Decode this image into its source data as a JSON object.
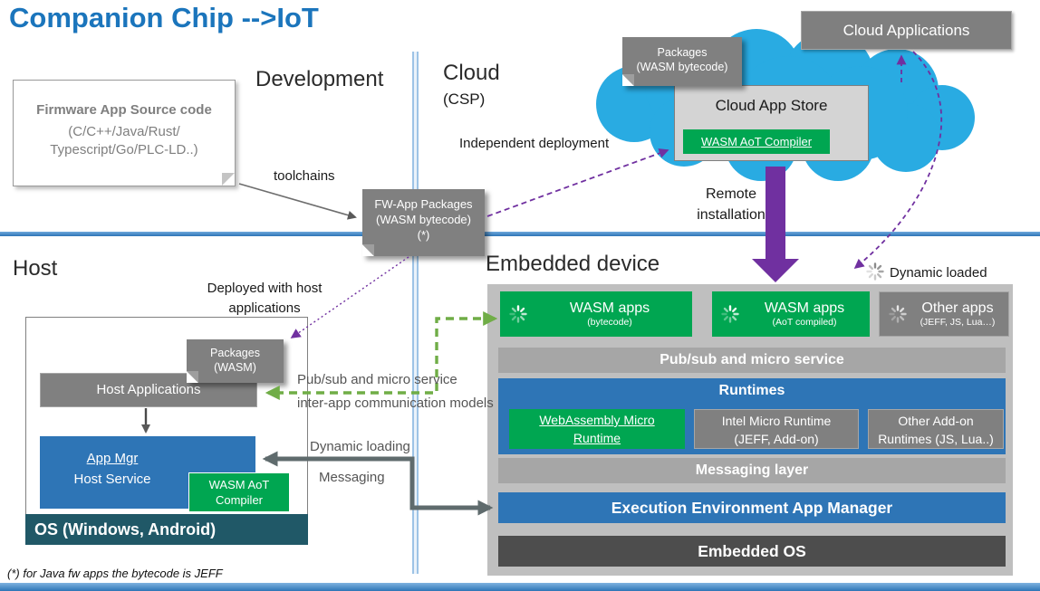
{
  "title": "Companion Chip --&gt;IoT",
  "title_text": "Companion Chip -->IoT",
  "section_labels": {
    "development": "Development",
    "cloud": "Cloud",
    "cloud_sub": "(CSP)",
    "host": "Host",
    "embedded_device": "Embedded device"
  },
  "firmware_box": {
    "title": "Firmware App Source code",
    "line2": "(C/C++/Java/Rust/",
    "line3": "Typescript/Go/PLC-LD..)"
  },
  "notes": {
    "fw_app_packages": {
      "line1": "FW-App Packages",
      "line2": "(WASM bytecode)",
      "line3": "(*)"
    },
    "packages_wasm_bytecode": {
      "line1": "Packages",
      "line2": "(WASM bytecode)"
    },
    "packages_wasm": {
      "line1": "Packages",
      "line2": "(WASM)"
    }
  },
  "cloud": {
    "cloud_applications": "Cloud Applications",
    "cloud_app_store": "Cloud App Store",
    "wasm_aot_compiler": "WASM AoT Compiler"
  },
  "flow_labels": {
    "toolchains": "toolchains",
    "independent_deployment": "Independent deployment",
    "remote_line1": "Remote",
    "remote_line2": "installation",
    "deployed_line1": "Deployed with host",
    "deployed_line2": "applications",
    "pubsub_line1": "Pub/sub and micro service",
    "pubsub_line2": "inter-app communication models",
    "dynamic_loading": "Dynamic loading",
    "messaging": "Messaging",
    "dynamic_loaded": "Dynamic loaded"
  },
  "host": {
    "host_applications": "Host Applications",
    "app_mgr_line1": "App Mgr",
    "app_mgr_line2": "Host Service",
    "wasm_aot_line1": "WASM AoT",
    "wasm_aot_line2": "Compiler",
    "os_bar": "OS (Windows, Android)"
  },
  "embedded": {
    "apps": [
      {
        "label": "WASM apps",
        "sub": "(bytecode)"
      },
      {
        "label": "WASM apps",
        "sub": "(AoT compiled)"
      },
      {
        "label": "Other apps",
        "sub": "(JEFF, JS, Lua…)"
      }
    ],
    "pubsub_bar": "Pub/sub and micro service",
    "runtimes_title": "Runtimes",
    "runtimes": [
      {
        "line1": "WebAssembly Micro",
        "line2": "Runtime"
      },
      {
        "line1": "Intel Micro Runtime",
        "line2": "(JEFF, Add-on)"
      },
      {
        "line1": "Other Add-on",
        "line2": "Runtimes (JS, Lua..)"
      }
    ],
    "messaging_bar": "Messaging layer",
    "exec_bar": "Execution Environment App Manager",
    "os_bar": "Embedded OS"
  },
  "footnote": "(*) for Java fw apps the bytecode is JEFF",
  "icons": {
    "spinner": "segmented-loading-spinner"
  },
  "colors": {
    "title_blue": "#1B75BC",
    "green": "#00A651",
    "steel_blue": "#2E75B6",
    "gray_box": "#808080",
    "container_gray": "#BFBFBF",
    "bar_gray": "#A6A6A6",
    "dark_teal": "#205867",
    "dark_gray": "#4D4D4D",
    "cloud_cyan": "#29ABE2",
    "purple": "#7030A0",
    "arrow_green": "#70AD47"
  }
}
